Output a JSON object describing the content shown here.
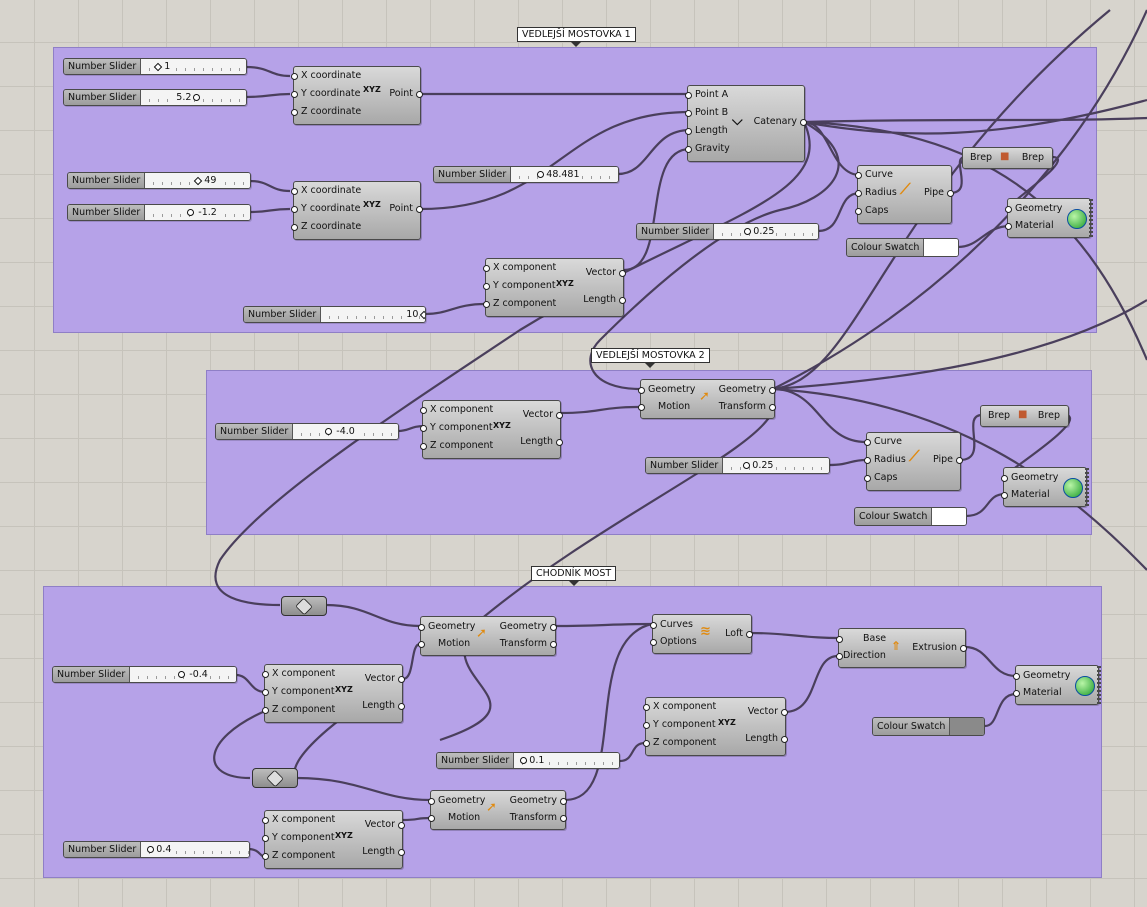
{
  "groups": [
    {
      "title": "VEDLEJŠÍ MOSTOVKA 1"
    },
    {
      "title": "VEDLEJŠÍ MOSTOVKA 2"
    },
    {
      "title": "CHODNÍK MOST"
    }
  ],
  "sliders": [
    {
      "label": "Number Slider",
      "value": "1"
    },
    {
      "label": "Number Slider",
      "value": "5.2"
    },
    {
      "label": "Number Slider",
      "value": "49"
    },
    {
      "label": "Number Slider",
      "value": "-1.2"
    },
    {
      "label": "Number Slider",
      "value": "48.481"
    },
    {
      "label": "Number Slider",
      "value": "0.25"
    },
    {
      "label": "Number Slider",
      "value": "10"
    },
    {
      "label": "Number Slider",
      "value": "-4.0"
    },
    {
      "label": "Number Slider",
      "value": "0.25"
    },
    {
      "label": "Number Slider",
      "value": "-0.4"
    },
    {
      "label": "Number Slider",
      "value": "0.1"
    },
    {
      "label": "Number Slider",
      "value": "0.4"
    }
  ],
  "swatches": [
    {
      "label": "Colour Swatch",
      "color": "#ffffff"
    },
    {
      "label": "Colour Swatch",
      "color": "#ffffff"
    },
    {
      "label": "Colour Swatch",
      "color": "#8a8a8a"
    }
  ],
  "components": {
    "point": {
      "inputs": [
        "X coordinate",
        "Y coordinate",
        "Z coordinate"
      ],
      "output": "Point",
      "icon": "XYZ"
    },
    "catenary": {
      "inputs": [
        "Point A",
        "Point B",
        "Length",
        "Gravity"
      ],
      "output": "Catenary"
    },
    "vector": {
      "inputs": [
        "X component",
        "Y component",
        "Z component"
      ],
      "outputs": [
        "Vector",
        "Length"
      ],
      "icon": "XYZ"
    },
    "pipe": {
      "inputs": [
        "Curve",
        "Radius",
        "Caps"
      ],
      "output": "Pipe"
    },
    "brep": {
      "input": "Brep",
      "output": "Brep"
    },
    "preview": {
      "inputs": [
        "Geometry",
        "Material"
      ]
    },
    "move": {
      "inputs": [
        "Geometry",
        "Motion"
      ],
      "outputs": [
        "Geometry",
        "Transform"
      ]
    },
    "loft": {
      "inputs": [
        "Curves",
        "Options"
      ],
      "output": "Loft"
    },
    "extrusion": {
      "inputs": [
        "Base",
        "Direction"
      ],
      "output": "Extrusion"
    }
  },
  "colors": {
    "canvas": "#d7d4cd",
    "group": "#b6a2e8",
    "wire": "#4a3f5c"
  },
  "icons": [
    "catenary-icon",
    "point-xyz-icon",
    "vector-xyz-icon",
    "pipe-icon",
    "brep-cube-icon",
    "preview-sphere-icon",
    "move-arrow-icon",
    "loft-icon",
    "extrusion-icon",
    "nut-param-icon"
  ]
}
